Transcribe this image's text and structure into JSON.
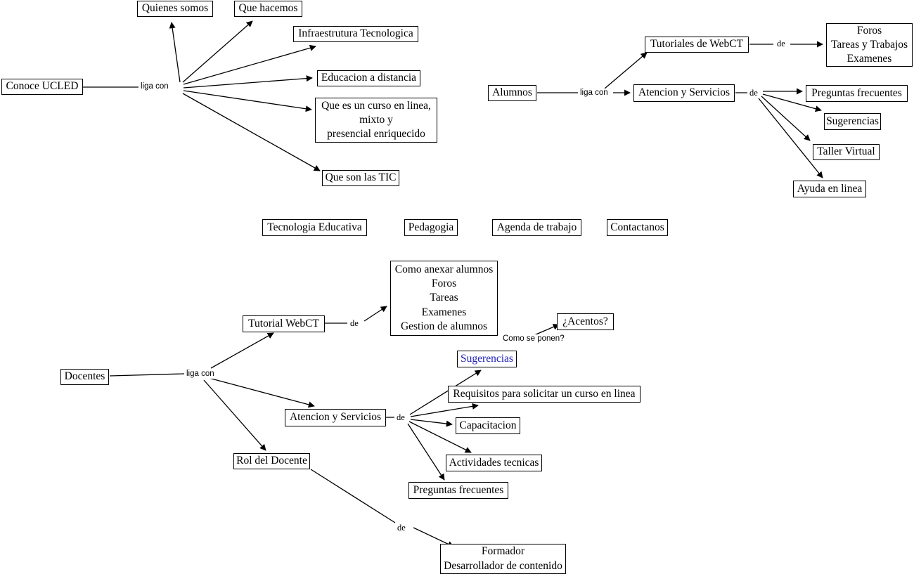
{
  "diagram": {
    "title": "Mapa conceptual UCLED",
    "type": "concept-map",
    "background": "#ffffff",
    "line_color": "#000000",
    "link_text_color": "#2222bb"
  },
  "nodes": {
    "conoce_ucled": {
      "label": "Conoce UCLED"
    },
    "quienes_somos": {
      "label": "Quienes somos"
    },
    "que_hacemos": {
      "label": "Que hacemos"
    },
    "infraestrutura": {
      "label": "Infraestrutura Tecnologica"
    },
    "educacion_distancia": {
      "label": "Educacion a distancia"
    },
    "curso_en_linea": {
      "line1": "Que es un curso en linea,",
      "line2": "mixto y",
      "line3": "presencial enriquecido"
    },
    "que_son_tic": {
      "label": "Que son las TIC"
    },
    "alumnos": {
      "label": "Alumnos"
    },
    "tutoriales_webct": {
      "label": "Tutoriales de WebCT"
    },
    "foros_tareas": {
      "line1": "Foros",
      "line2": "Tareas y Trabajos",
      "line3": "Examenes"
    },
    "atencion_alumnos": {
      "label": "Atencion y Servicios"
    },
    "preguntas_alumnos": {
      "label": "Preguntas frecuentes"
    },
    "sugerencias_alumnos": {
      "label": "Sugerencias"
    },
    "taller_virtual": {
      "label": "Taller Virtual"
    },
    "ayuda_en_linea": {
      "label": "Ayuda en linea"
    },
    "tecnologia_educativa": {
      "label": "Tecnologia Educativa"
    },
    "pedagogia": {
      "label": "Pedagogia"
    },
    "agenda_trabajo": {
      "label": "Agenda de trabajo"
    },
    "contactanos": {
      "label": "Contactanos"
    },
    "docentes": {
      "label": "Docentes"
    },
    "tutorial_webct": {
      "label": "Tutorial WebCT"
    },
    "gestion_alumnos": {
      "line1": "Como anexar alumnos",
      "line2": "Foros",
      "line3": "Tareas",
      "line4": "Examenes",
      "line5": "Gestion de alumnos"
    },
    "acentos": {
      "label": "¿Acentos?"
    },
    "sugerencias_docentes": {
      "label": "Sugerencias"
    },
    "requisitos": {
      "label": "Requisitos para solicitar un curso en linea"
    },
    "atencion_docentes": {
      "label": "Atencion y Servicios"
    },
    "capacitacion": {
      "label": "Capacitacion"
    },
    "actividades_tecnicas": {
      "label": "Actividades tecnicas"
    },
    "preguntas_docentes": {
      "label": "Preguntas frecuentes"
    },
    "rol_docente": {
      "label": "Rol del Docente"
    },
    "formador": {
      "line1": "Formador",
      "line2": "Desarrollador de contenido"
    }
  },
  "edge_labels": {
    "liga_con_ucled": "liga con",
    "liga_con_alumnos": "liga con",
    "liga_con_docentes": "liga con",
    "de_tutoriales_webct": "de",
    "de_atencion_alumnos": "de",
    "de_tutorial_webct": "de",
    "de_atencion_docentes": "de",
    "de_rol_docente": "de",
    "como_se_ponen": "Como se ponen?"
  }
}
